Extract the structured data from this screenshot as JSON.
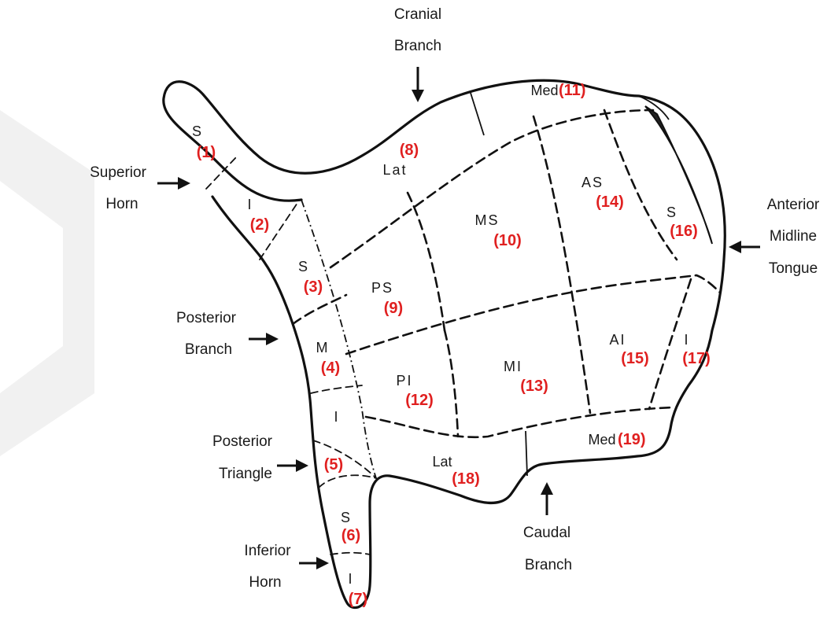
{
  "external_labels": {
    "cranial_line1": "Cranial",
    "cranial_line2": "Branch",
    "superior_horn_line1": "Superior",
    "superior_horn_line2": "Horn",
    "posterior_branch_line1": "Posterior",
    "posterior_branch_line2": "Branch",
    "posterior_triangle_line1": "Posterior",
    "posterior_triangle_line2": "Triangle",
    "inferior_horn_line1": "Inferior",
    "inferior_horn_line2": "Horn",
    "caudal_line1": "Caudal",
    "caudal_line2": "Branch",
    "anterior_line1": "Anterior",
    "anterior_line2": "Midline",
    "anterior_line3": "Tongue"
  },
  "segments": [
    {
      "name": "S",
      "number": "(1)"
    },
    {
      "name": "I",
      "number": "(2)"
    },
    {
      "name": "S",
      "number": "(3)"
    },
    {
      "name": "M",
      "number": "(4)"
    },
    {
      "name": "I",
      "number": "(5)"
    },
    {
      "name": "S",
      "number": "(6)"
    },
    {
      "name": "I",
      "number": "(7)"
    },
    {
      "name": "Lat",
      "number": "(8)"
    },
    {
      "name": "PS",
      "number": "(9)"
    },
    {
      "name": "MS",
      "number": "(10)"
    },
    {
      "name": "Med",
      "number": "(11)"
    },
    {
      "name": "PI",
      "number": "(12)"
    },
    {
      "name": "MI",
      "number": "(13)"
    },
    {
      "name": "AS",
      "number": "(14)"
    },
    {
      "name": "AI",
      "number": "(15)"
    },
    {
      "name": "S",
      "number": "(16)"
    },
    {
      "name": "I",
      "number": "(17)"
    },
    {
      "name": "Lat",
      "number": "(18)"
    },
    {
      "name": "Med",
      "number": "(19)"
    }
  ],
  "colors": {
    "number_color": "#e02020",
    "line_color": "#111111",
    "watermark": "#f1f1f1"
  }
}
